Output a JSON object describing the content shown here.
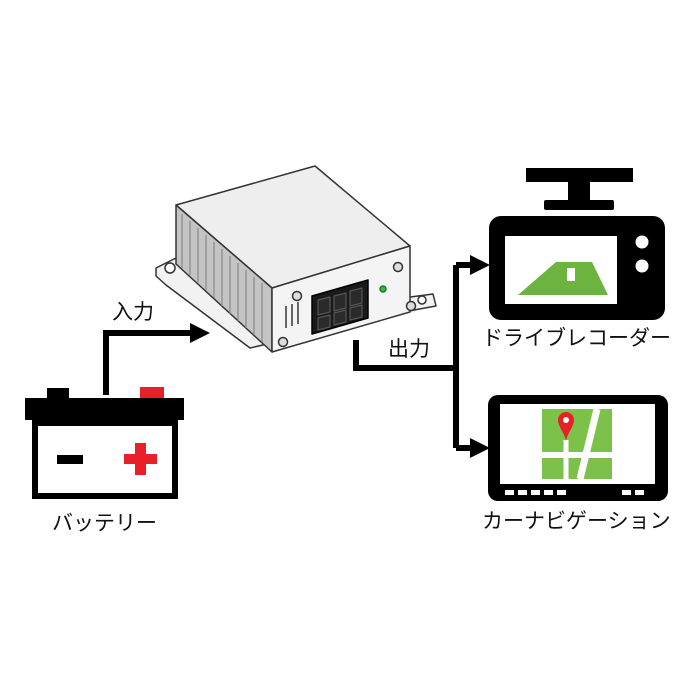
{
  "labels": {
    "input": "入力",
    "output": "出力",
    "battery": "バッテリー",
    "dashcam": "ドライブレコーダー",
    "navigation": "カーナビゲーション"
  },
  "colors": {
    "line": "#000000",
    "battery_plus": "#e8202a",
    "screen_green": "#6cb33f",
    "map_green": "#7cc24a",
    "map_pin": "#e8202a",
    "device_body": "#eeeeee",
    "device_fins": "#b8b8b8",
    "led": "#39b54a"
  },
  "icons": {
    "battery": "battery-icon",
    "converter": "dc-converter-icon",
    "dashcam": "dashcam-icon",
    "navigation": "car-navigation-icon"
  }
}
